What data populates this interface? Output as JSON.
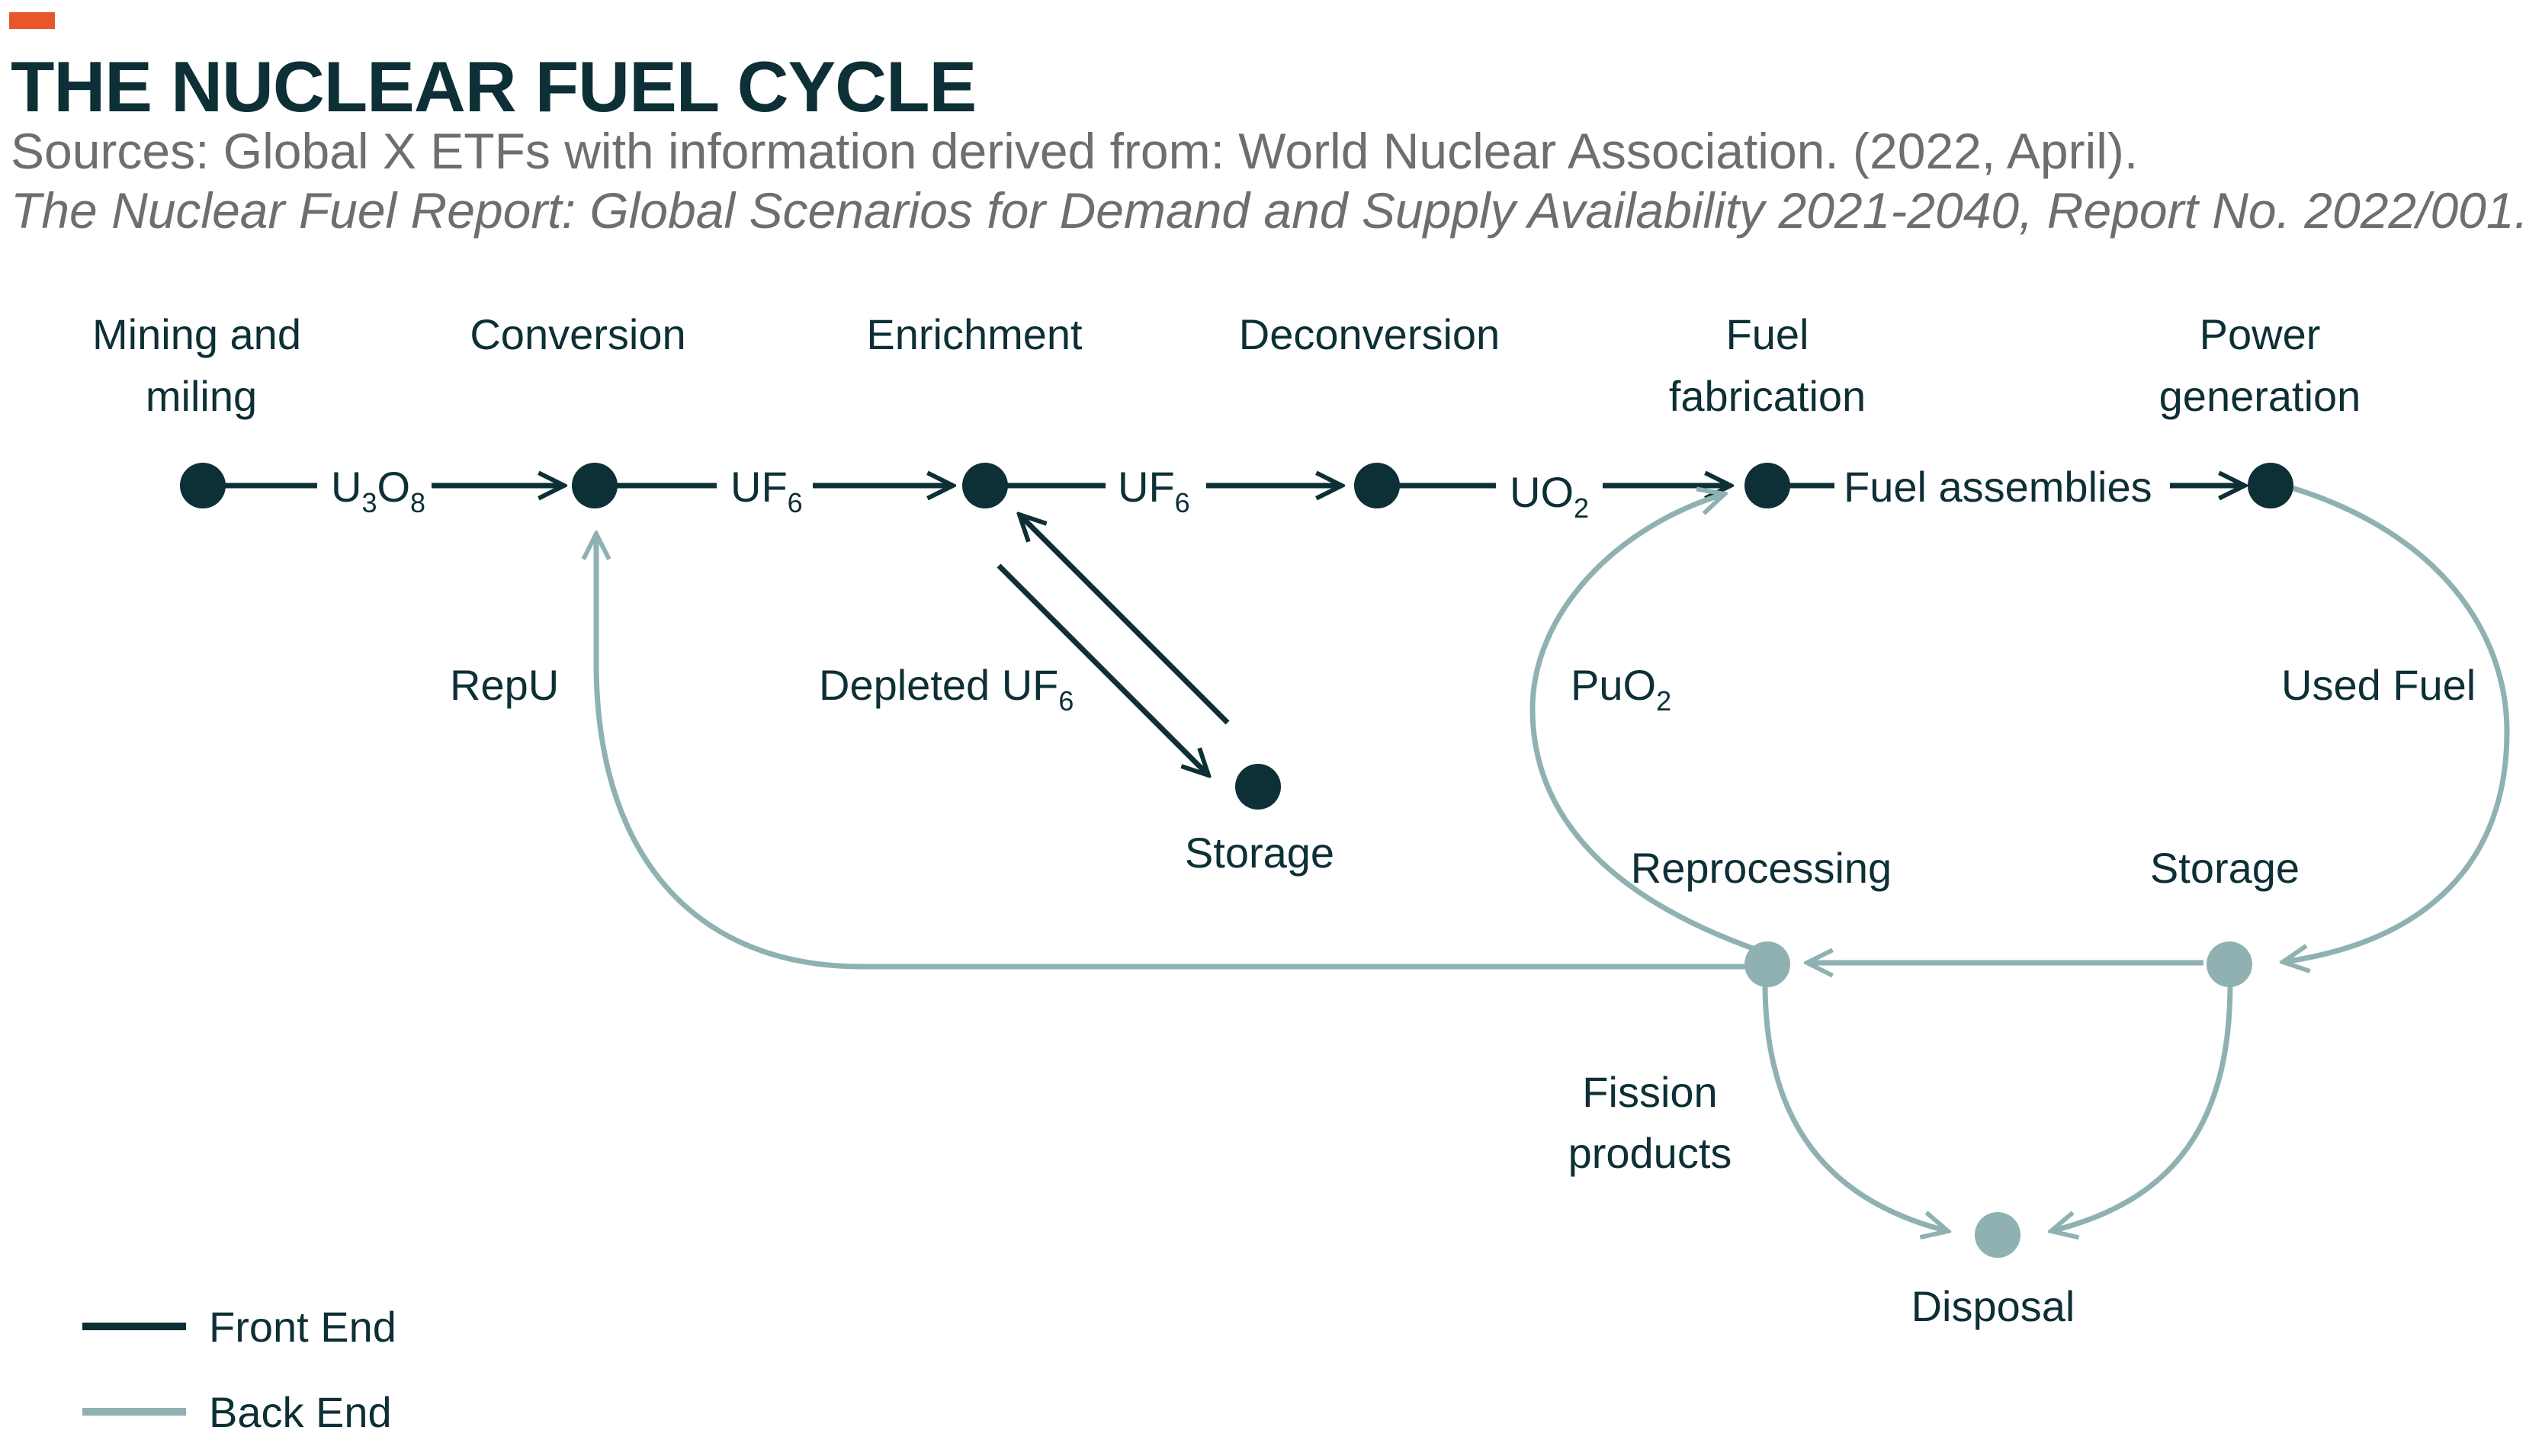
{
  "header": {
    "title": "THE NUCLEAR FUEL CYCLE",
    "source_line1": "Sources: Global X ETFs with information derived from: World Nuclear Association. (2022, April).",
    "source_line2": "The Nuclear Fuel Report: Global Scenarios for Demand and Supply Availability 2021-2040, Report No. 2022/001."
  },
  "colors": {
    "accent": "#e8572a",
    "front_end": "#0d2f36",
    "back_end": "#8fb1b2"
  },
  "stages": {
    "mining": {
      "line1": "Mining and",
      "line2": "miling"
    },
    "conversion": "Conversion",
    "enrichment": "Enrichment",
    "deconversion": "Deconversion",
    "fabrication": {
      "line1": "Fuel",
      "line2": "fabrication"
    },
    "power": {
      "line1": "Power",
      "line2": "generation"
    },
    "depleted_storage": "Storage",
    "reprocessing": "Reprocessing",
    "used_storage": "Storage",
    "disposal": "Disposal"
  },
  "flows": {
    "u3o8": {
      "a": "U",
      "a_sub": "3",
      "b": "O",
      "b_sub": "8"
    },
    "uf6_1": {
      "a": "UF",
      "a_sub": "6"
    },
    "uf6_2": {
      "a": "UF",
      "a_sub": "6"
    },
    "uo2": {
      "a": "UO",
      "a_sub": "2"
    },
    "fuel_assemblies": "Fuel assemblies",
    "repu": "RepU",
    "depleted_uf6": {
      "a": "Depleted UF",
      "a_sub": "6"
    },
    "puo2": {
      "a": "PuO",
      "a_sub": "2"
    },
    "used_fuel": "Used Fuel",
    "fission_products": {
      "line1": "Fission",
      "line2": "products"
    }
  },
  "legend": {
    "front_end": "Front End",
    "back_end": "Back End"
  }
}
